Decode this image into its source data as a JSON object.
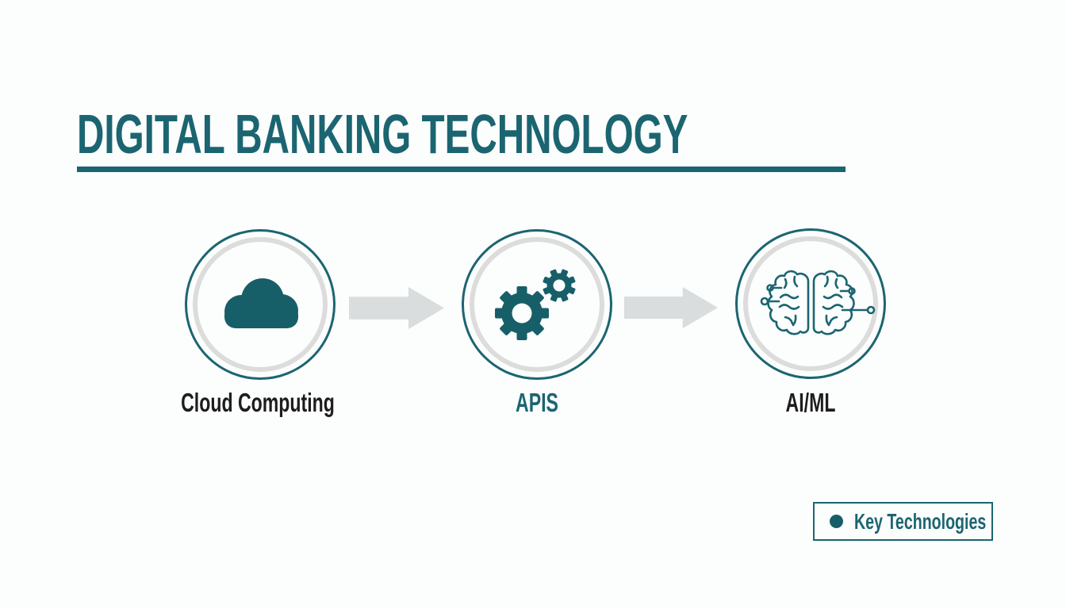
{
  "title": "DIGITAL BANKING TECHNOLOGY",
  "colors": {
    "accent_teal": "#1B6571",
    "icon_fill_teal": "#175F68",
    "arrow_gray": "#D9DDDD",
    "ring_gray": "#DCDCDA",
    "label_dark": "#1D1D1B",
    "background": "#FCFDFD"
  },
  "nodes": [
    {
      "label": "Cloud Computing",
      "icon": "cloud-icon",
      "label_color": "dark"
    },
    {
      "label": "APIS",
      "icon": "gears-icon",
      "label_color": "accent"
    },
    {
      "label": "AI/ML",
      "icon": "brain-icon",
      "label_color": "dark"
    }
  ],
  "flow": {
    "arrow_count": 2,
    "direction": "left-to-right"
  },
  "legend": {
    "label": "Key Technologies",
    "marker": "filled-dot"
  }
}
